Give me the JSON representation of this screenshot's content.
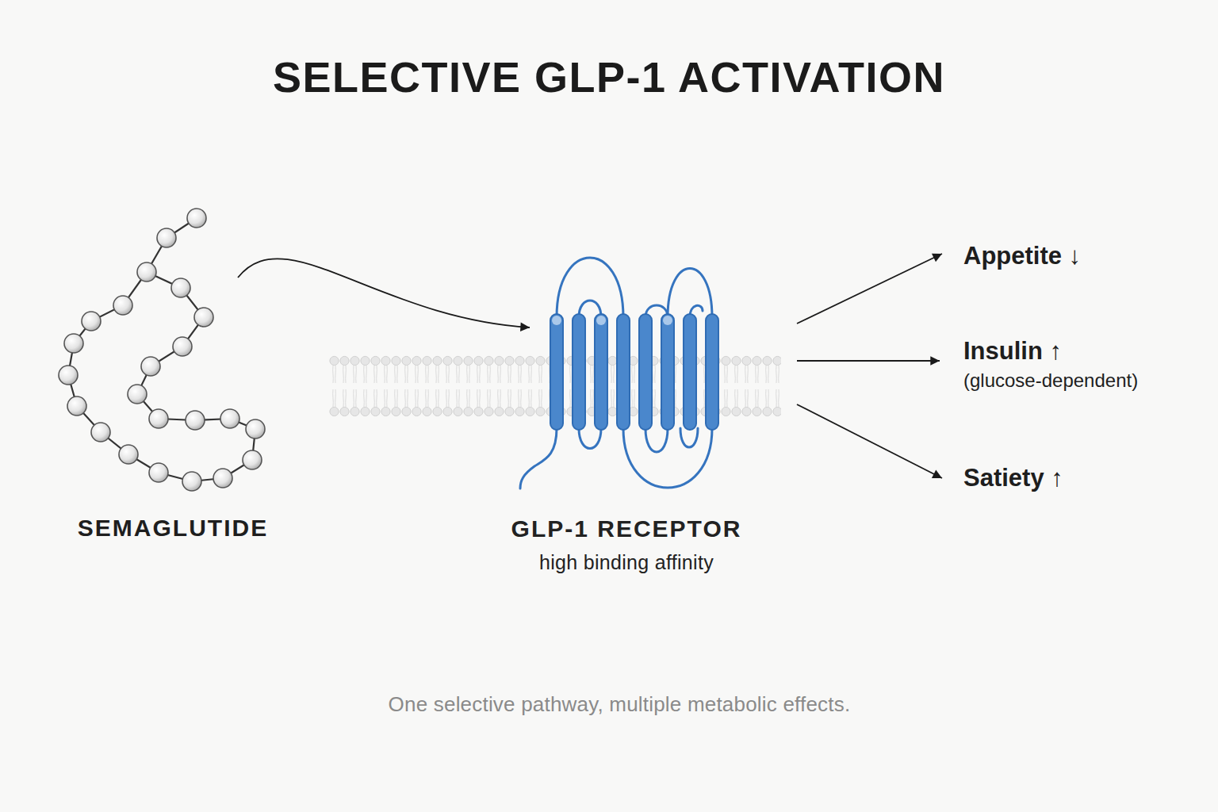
{
  "diagram": {
    "title": "SELECTIVE GLP-1 ACTIVATION",
    "caption": "One selective pathway, multiple metabolic effects.",
    "nodes": [
      {
        "text": [
          "SEMAGLUTIDE"
        ]
      },
      {
        "text": [
          "GLP-1 RECEPTOR",
          "high binding affinity"
        ]
      },
      {
        "text": [
          "Appetite ↓"
        ]
      },
      {
        "text": [
          "Insulin ↑",
          "(glucose-dependent)"
        ]
      },
      {
        "text": [
          "Satiety ↑"
        ]
      }
    ],
    "edges": [
      {
        "from": 0,
        "to": 1,
        "arrow": "to"
      },
      {
        "from": 1,
        "to": 2,
        "arrow": "to"
      },
      {
        "from": 1,
        "to": 3,
        "arrow": "to"
      },
      {
        "from": 1,
        "to": 4,
        "arrow": "to"
      }
    ]
  }
}
